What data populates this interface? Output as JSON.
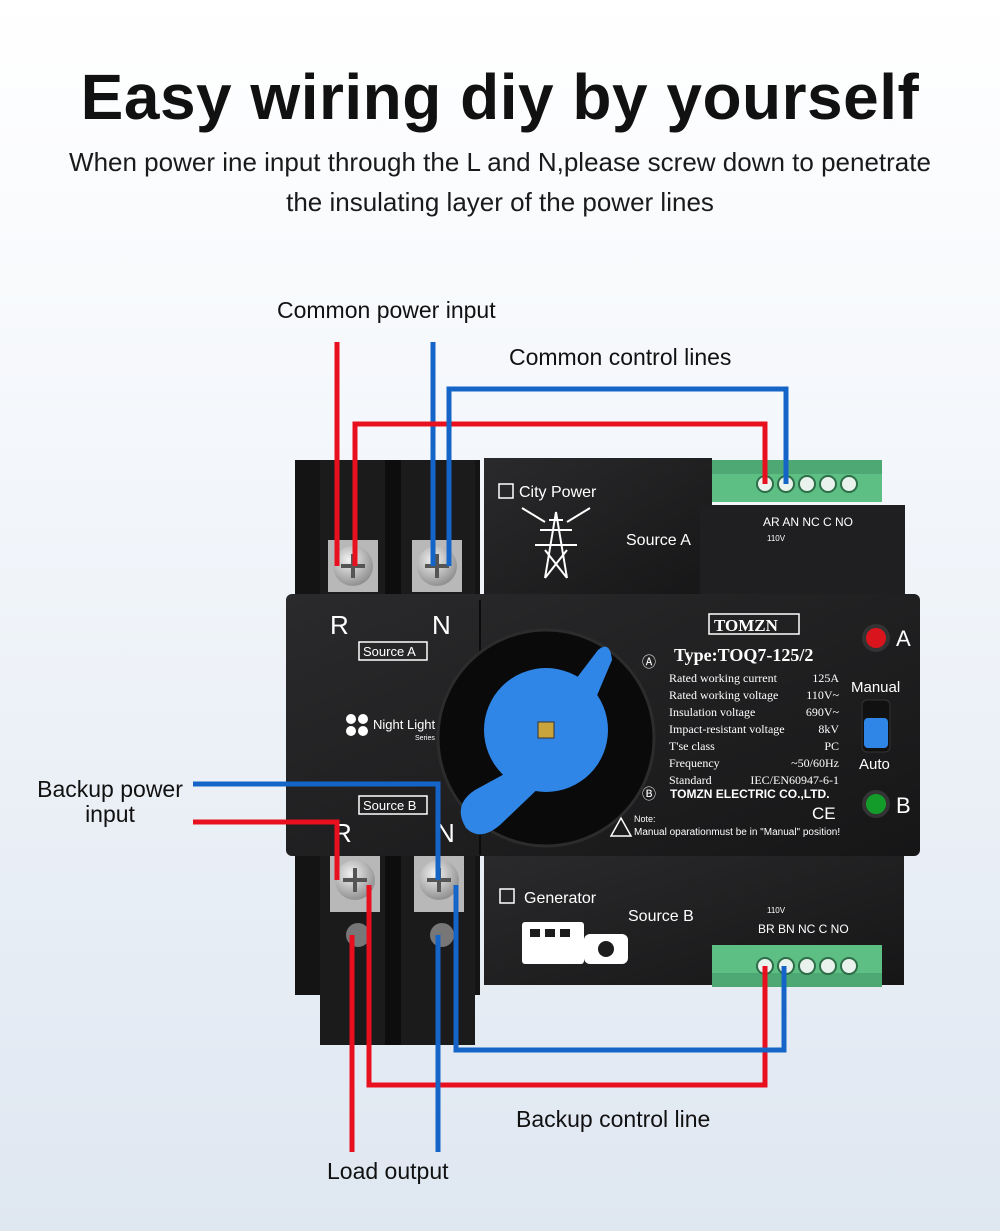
{
  "header": {
    "title": "Easy wiring diy by yourself",
    "subtitle": "When power ine input through the L and N,please screw down to penetrate the insulating layer of the power lines"
  },
  "labels": {
    "common_power_input": "Common power input",
    "common_control_lines": "Common control lines",
    "backup_power_input_line1": "Backup power",
    "backup_power_input_line2": "input",
    "backup_control_line": "Backup control line",
    "load_output": "Load output"
  },
  "device": {
    "terminal_r": "R",
    "terminal_n": "N",
    "source_a_tag": "Source A",
    "source_b_tag": "Source B",
    "night_light": "Night Light",
    "series": "Series",
    "city_power": "City Power",
    "source_a": "Source A",
    "generator": "Generator",
    "source_b": "Source B",
    "top_terminals": "AR AN  NC  C  NO",
    "bottom_terminals": "BR BN  NC  C  NO",
    "v110_top": "110V",
    "v110_bottom": "110V",
    "brand": "TOMZN",
    "type": "Type:TOQ7-125/2",
    "position_a": "Ⓐ",
    "position_b": "Ⓑ",
    "indicator_a": "A",
    "indicator_b": "B",
    "manual": "Manual",
    "auto": "Auto",
    "specs": [
      {
        "label": "Rated working current",
        "value": "125A"
      },
      {
        "label": "Rated working voltage",
        "value": "110V~"
      },
      {
        "label": "Insulation voltage",
        "value": "690V~"
      },
      {
        "label": "Impact-resistant voltage",
        "value": "8kV"
      },
      {
        "label": "T'se class",
        "value": "PC"
      },
      {
        "label": "Frequency",
        "value": "~50/60Hz"
      },
      {
        "label": "Standard",
        "value": "IEC/EN60947-6-1"
      }
    ],
    "company": "TOMZN ELECTRIC CO.,LTD.",
    "ce": "CE",
    "note_label": "Note:",
    "note_text": "Manual oparationmust be in \"Manual\" position!"
  },
  "colors": {
    "live_wire": "#e8101e",
    "neutral_wire": "#1565c8",
    "body": "#1d1d1f",
    "connector": "#5dbf84",
    "handle": "#2f86e6"
  }
}
